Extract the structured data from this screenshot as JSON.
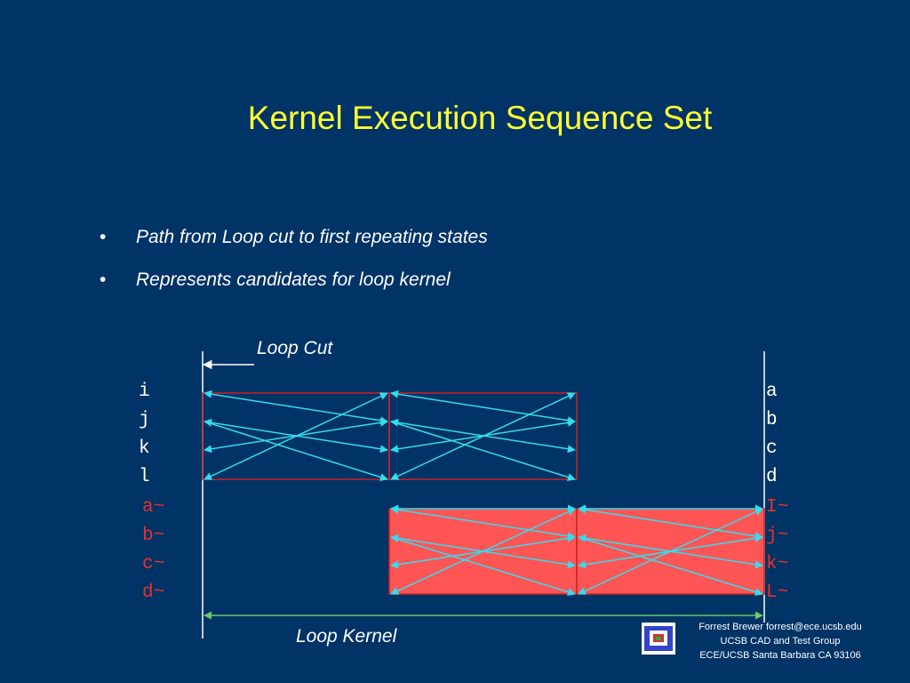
{
  "title": "Kernel Execution Sequence Set",
  "bullets": [
    "Path from Loop cut to first repeating states",
    "Represents candidates for loop kernel"
  ],
  "diagram": {
    "loop_cut_label": "Loop Cut",
    "loop_kernel_label": "Loop Kernel",
    "left_labels": [
      "i",
      "j",
      "k",
      "l",
      "a~",
      "b~",
      "c~",
      "d~"
    ],
    "right_labels": [
      "a",
      "b",
      "c",
      "d",
      "I~",
      "j~",
      "k~",
      "L~"
    ],
    "colors": {
      "background": "#003366",
      "title": "#ffff33",
      "arrow": "#33ddee",
      "kernel_fill": "#ff5555",
      "box_border": "#cc2222",
      "red_label": "#e8302c",
      "kernel_line": "#66cc66"
    }
  },
  "footer": {
    "line1": "Forrest Brewer  forrest@ece.ucsb.edu",
    "line2": "UCSB CAD and Test Group",
    "line3": "ECE/UCSB Santa Barbara CA 93106"
  },
  "logo_icon": "ucsb-logo-icon"
}
